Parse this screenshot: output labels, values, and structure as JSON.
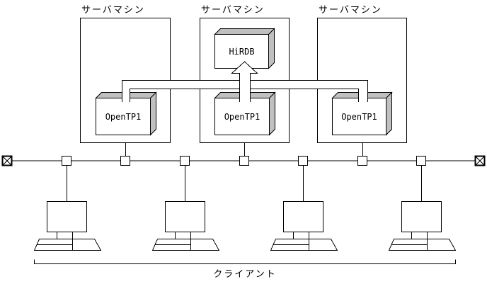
{
  "diagram": {
    "server_machines": [
      {
        "label": "サーバマシン"
      },
      {
        "label": "サーバマシン"
      },
      {
        "label": "サーバマシン"
      }
    ],
    "database": {
      "label": "HiRDB"
    },
    "middleware": [
      {
        "label": "OpenTP1"
      },
      {
        "label": "OpenTP1"
      },
      {
        "label": "OpenTP1"
      }
    ],
    "clients": {
      "label": "クライアント",
      "count": 4
    },
    "colors": {
      "stroke": "#000000",
      "shade": "#c0c0c0",
      "background": "#ffffff"
    }
  }
}
